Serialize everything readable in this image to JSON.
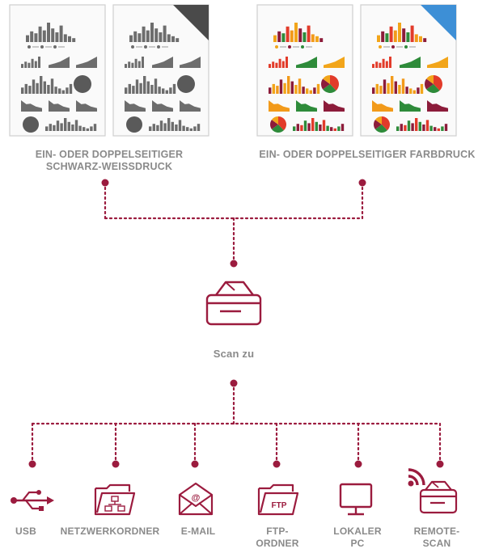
{
  "colors": {
    "accent": "#9b1b3e",
    "label": "#8a8a8a",
    "mono": "#6d6d6d",
    "page_border": "#cfcfcf",
    "fold_dark": "#4a4a4a",
    "fold_blue": "#3d8fd6",
    "series": [
      "#f2a51a",
      "#8c1c3a",
      "#2e8b3a",
      "#e23b2a",
      "#f29a1a"
    ]
  },
  "print_labels": {
    "mono": [
      "EIN- ODER DOPPELSEITIGER",
      "SCHWARZ-WEISSDRUCK"
    ],
    "color": "EIN- ODER DOPPELSEITIGER FARBDRUCK"
  },
  "scan": {
    "label": "Scan zu",
    "icon": "scanner-icon"
  },
  "destinations": [
    {
      "id": "usb",
      "icon": "usb-icon",
      "label": "USB"
    },
    {
      "id": "network-folder",
      "icon": "network-folder-icon",
      "label": "NETZWERKORDNER"
    },
    {
      "id": "email",
      "icon": "email-icon",
      "label": "E-MAIL",
      "glyph": "@"
    },
    {
      "id": "ftp",
      "icon": "ftp-folder-icon",
      "label_lines": [
        "FTP-",
        "ORDNER"
      ],
      "glyph": "FTP"
    },
    {
      "id": "local-pc",
      "icon": "monitor-icon",
      "label_lines": [
        "LOKALER",
        "PC"
      ]
    },
    {
      "id": "remote-scan",
      "icon": "remote-scanner-icon",
      "label_lines": [
        "REMOTE-",
        "SCAN"
      ]
    }
  ]
}
